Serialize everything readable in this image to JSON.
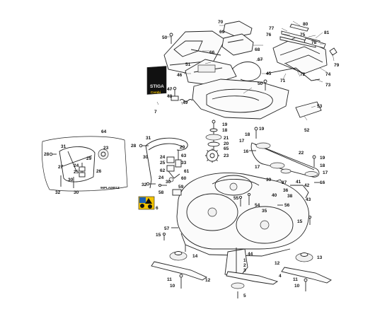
{
  "brand": {
    "logo_text": "STIGA",
    "label_line1": "Combi",
    "label_line2": "..."
  },
  "inset_code": "96PLA0801Z",
  "callouts": {
    "c1": "1",
    "c2": "2",
    "c3": "3",
    "c4": "4",
    "c5": "5",
    "c6": "6",
    "c7": "7",
    "c10": "10",
    "c11": "11",
    "c12": "12",
    "c13": "13",
    "c14": "14",
    "c15": "15",
    "c16": "16",
    "c17": "17",
    "c18": "18",
    "c19": "19",
    "c20": "20",
    "c21": "21",
    "c22": "22",
    "c23": "23",
    "c24": "24",
    "c25": "25",
    "c26": "26",
    "c27": "27",
    "c28": "28",
    "c29": "29",
    "c30": "30",
    "c31": "31",
    "c32": "32",
    "c33": "33",
    "c34": "34",
    "c35": "35",
    "c36": "36",
    "c37": "37",
    "c38": "38",
    "c39": "39",
    "c40": "40",
    "c41": "41",
    "c42": "42",
    "c43": "43",
    "c44": "44",
    "c45": "45",
    "c46": "46",
    "c47": "47",
    "c48": "48",
    "c49": "49",
    "c50": "50",
    "c51": "51",
    "c52": "52",
    "c53": "53",
    "c54": "54",
    "c55": "55",
    "c56": "56",
    "c57": "57",
    "c58": "58",
    "c59": "59",
    "c60": "60",
    "c61": "61",
    "c62": "62",
    "c63": "63",
    "c64": "64",
    "c65": "65",
    "c66": "66",
    "c67": "67",
    "c68": "68",
    "c69": "69",
    "c70": "70",
    "c71": "71",
    "c72": "72",
    "c73": "73",
    "c74": "74",
    "c75": "75",
    "c76": "76",
    "c77": "77",
    "c78": "78",
    "c79": "79",
    "c80": "80",
    "c81": "81"
  },
  "colors": {
    "line": "#222222",
    "label_yellow": "#f2c300",
    "label_blue": "#1a5fb4",
    "brand_bg": "#111111",
    "brand_text": "#e8e8e8",
    "brand_accent": "#f2c300"
  }
}
